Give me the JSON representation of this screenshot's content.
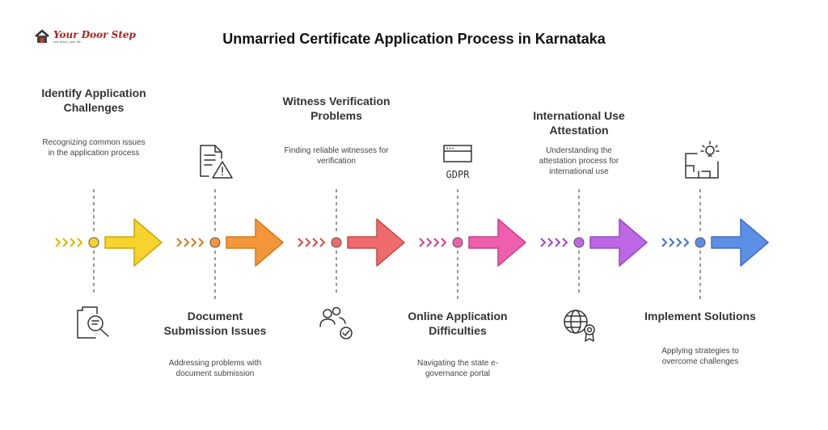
{
  "brand": {
    "name": "Your Door Step",
    "tagline": "one touch, your life"
  },
  "title": "Unmarried Certificate Application Process in Karnataka",
  "colors": {
    "step1": "#F6D32D",
    "step2": "#F5963A",
    "step3": "#EE6B6B",
    "step4": "#EE5FAE",
    "step5": "#BD67E6",
    "step6": "#5E8FE6",
    "dashes": "#555555",
    "icon": "#333333"
  },
  "steps": [
    {
      "title": "Identify Application Challenges",
      "desc": "Recognizing common issues in the application process",
      "icon": "search-document-icon",
      "position": "top"
    },
    {
      "title": "Document Submission Issues",
      "desc": "Addressing problems with document submission",
      "icon": "document-warning-icon",
      "position": "bottom"
    },
    {
      "title": "Witness Verification Problems",
      "desc": "Finding reliable witnesses for verification",
      "icon": "users-check-icon",
      "position": "top"
    },
    {
      "title": "Online Application Difficulties",
      "desc": "Navigating the state e-governance portal",
      "icon": "gdpr-browser-icon",
      "position": "bottom"
    },
    {
      "title": "International Use Attestation",
      "desc": "Understanding the attestation process for international use",
      "icon": "globe-badge-icon",
      "position": "top"
    },
    {
      "title": "Implement Solutions",
      "desc": "Applying strategies to overcome challenges",
      "icon": "floorplan-bulb-icon",
      "position": "bottom"
    }
  ],
  "icons": {
    "gdpr_text": "GDPR"
  }
}
